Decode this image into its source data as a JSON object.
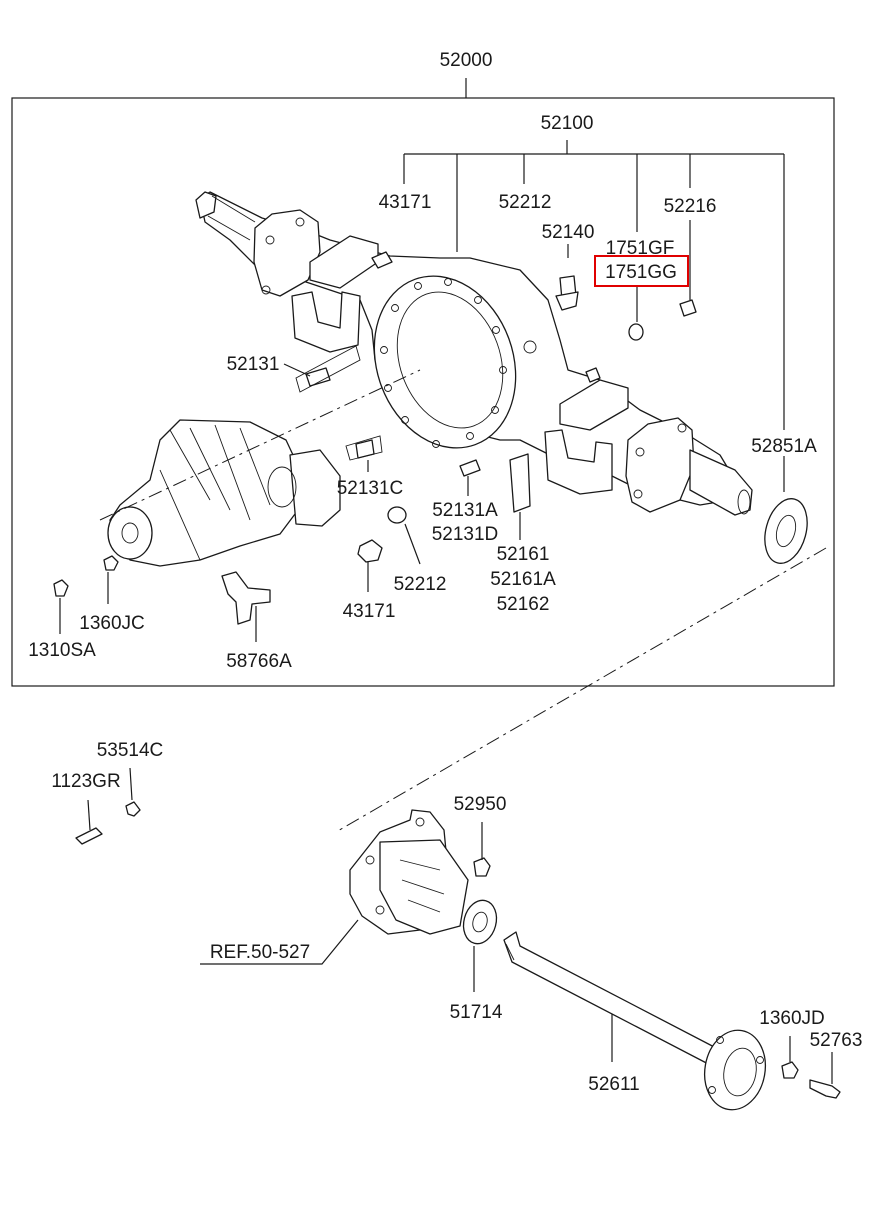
{
  "labels": {
    "p52000": "52000",
    "p52100": "52100",
    "p43171_top": "43171",
    "p52212_top": "52212",
    "p52216": "52216",
    "p52140": "52140",
    "p1751GF": "1751GF",
    "p1751GG": "1751GG",
    "p52131": "52131",
    "p52851A": "52851A",
    "p52131C": "52131C",
    "p52131A": "52131A",
    "p52131D": "52131D",
    "p52161": "52161",
    "p52161A": "52161A",
    "p52162": "52162",
    "p52212_bot": "52212",
    "p43171_bot": "43171",
    "p1360JC": "1360JC",
    "p1310SA": "1310SA",
    "p58766A": "58766A",
    "p53514C": "53514C",
    "p1123GR": "1123GR",
    "p52950": "52950",
    "ref50527": "REF.50-527",
    "p51714": "51714",
    "p1360JD": "1360JD",
    "p52763": "52763",
    "p52611": "52611"
  },
  "highlight": {
    "part": "1751GG",
    "color": "#e00000"
  }
}
